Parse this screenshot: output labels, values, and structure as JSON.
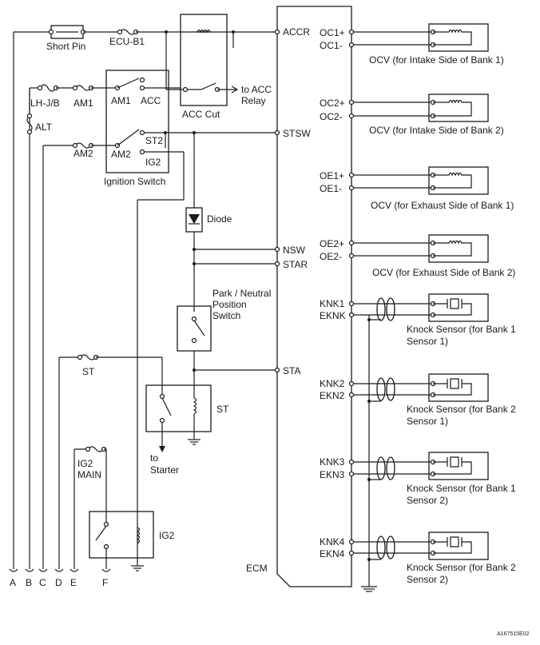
{
  "ecm": {
    "label": "ECM",
    "pins_left": {
      "accr": "ACCR",
      "stsw": "STSW",
      "nsw": "NSW",
      "star": "STAR",
      "sta": "STA"
    },
    "ocv": [
      {
        "pin_pos": "OC1+",
        "pin_neg": "OC1-",
        "label": "OCV (for Intake Side of Bank 1)"
      },
      {
        "pin_pos": "OC2+",
        "pin_neg": "OC2-",
        "label": "OCV (for Intake Side of Bank 2)"
      },
      {
        "pin_pos": "OE1+",
        "pin_neg": "OE1-",
        "label": "OCV (for Exhaust Side of Bank 1)"
      },
      {
        "pin_pos": "OE2+",
        "pin_neg": "OE2-",
        "label": "OCV (for Exhaust Side of Bank 2)"
      }
    ],
    "knock": [
      {
        "pin_sig": "KNK1",
        "pin_gnd": "EKNK",
        "label_1": "Knock Sensor (for Bank 1",
        "label_2": "Sensor 1)"
      },
      {
        "pin_sig": "KNK2",
        "pin_gnd": "EKN2",
        "label_1": "Knock Sensor (for Bank 2",
        "label_2": "Sensor 1)"
      },
      {
        "pin_sig": "KNK3",
        "pin_gnd": "EKN3",
        "label_1": "Knock Sensor (for Bank 1",
        "label_2": "Sensor 2)"
      },
      {
        "pin_sig": "KNK4",
        "pin_gnd": "EKN4",
        "label_1": "Knock Sensor (for Bank 2",
        "label_2": "Sensor 2)"
      }
    ]
  },
  "components": {
    "short_pin": "Short Pin",
    "ecu_b1": "ECU-B1",
    "acc_cut": "ACC Cut",
    "to_acc_1": "to ACC",
    "to_acc_2": "Relay",
    "lh_jb": "LH-J/B",
    "am1": "AM1",
    "alt": "ALT",
    "am2": "AM2",
    "ign_am1": "AM1",
    "ign_acc": "ACC",
    "ign_st2": "ST2",
    "ign_am2": "AM2",
    "ign_ig2": "IG2",
    "ignition_switch": "Ignition Switch",
    "diode": "Diode",
    "pn_1": "Park / Neutral",
    "pn_2": "Position",
    "pn_3": "Switch",
    "st_fuse": "ST",
    "st_relay": "ST",
    "to_starter_1": "to",
    "to_starter_2": "Starter",
    "ig2_main_1": "IG2",
    "ig2_main_2": "MAIN",
    "ig2_relay": "IG2"
  },
  "connectors": [
    "A",
    "B",
    "C",
    "D",
    "E",
    "F"
  ],
  "figure_code": "A167515E02"
}
